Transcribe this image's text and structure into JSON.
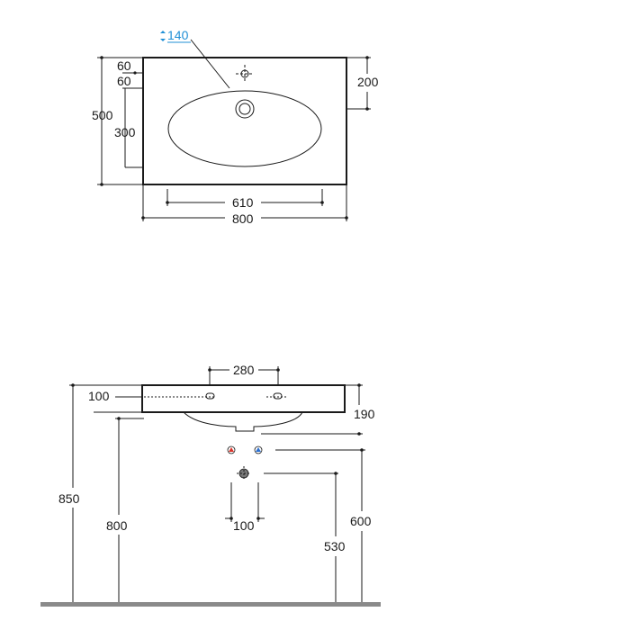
{
  "top_view": {
    "tap_hole_dim": "140",
    "dim_60_top": "60",
    "dim_60_second": "60",
    "dim_500": "500",
    "dim_300": "300",
    "dim_200": "200",
    "dim_610": "610",
    "dim_800": "800"
  },
  "front_view": {
    "dim_280": "280",
    "dim_100_top": "100",
    "dim_190": "190",
    "dim_850": "850",
    "dim_800": "800",
    "dim_100_bottom": "100",
    "dim_600": "600",
    "dim_530": "530"
  },
  "colors": {
    "line": "#1a1a1a",
    "accent_blue": "#1f8fd6",
    "hot_red": "#d9342b",
    "cold_blue": "#2a6fd1",
    "floor": "#8a8a8a"
  }
}
